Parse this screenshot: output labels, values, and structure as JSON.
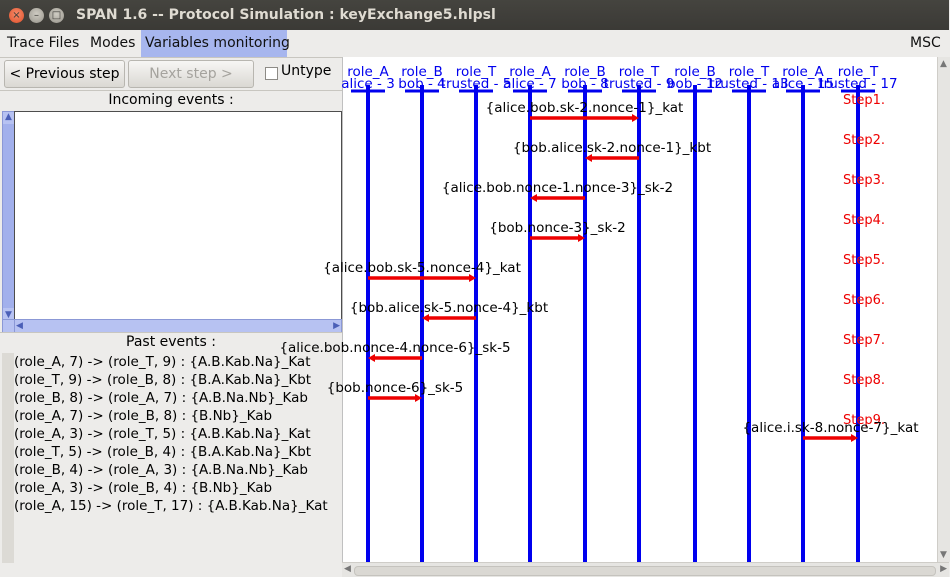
{
  "window": {
    "title": "SPAN 1.6 -- Protocol Simulation : keyExchange5.hlpsl"
  },
  "menu": {
    "items": [
      "Trace Files",
      "Modes",
      "Variables monitoring"
    ],
    "right": "MSC"
  },
  "controls": {
    "prev_label": "< Previous step",
    "next_label": "Next step >",
    "untype_label": "Untype"
  },
  "incoming": {
    "label": "Incoming events :"
  },
  "past": {
    "label": "Past events :",
    "events": [
      "(role_A, 7) -> (role_T, 9) : {A.B.Kab.Na}_Kat",
      "(role_T, 9) -> (role_B, 8) : {B.A.Kab.Na}_Kbt",
      "(role_B, 8) -> (role_A, 7) : {A.B.Na.Nb}_Kab",
      "(role_A, 7) -> (role_B, 8) : {B.Nb}_Kab",
      "(role_A, 3) -> (role_T, 5) : {A.B.Kab.Na}_Kat",
      "(role_T, 5) -> (role_B, 4) : {B.A.Kab.Na}_Kbt",
      "(role_B, 4) -> (role_A, 3) : {A.B.Na.Nb}_Kab",
      "(role_A, 3) -> (role_B, 4) : {B.Nb}_Kab",
      "(role_A, 15) -> (role_T, 17) : {A.B.Kab.Na}_Kat"
    ]
  },
  "msc": {
    "colors": {
      "lifeline": "#0000ee",
      "message": "#ee0000",
      "step": "#ee0000"
    },
    "roles": [
      {
        "role": "role_A",
        "agent": "alice - 3"
      },
      {
        "role": "role_B",
        "agent": "bob - 4"
      },
      {
        "role": "role_T",
        "agent": "trusted - 5"
      },
      {
        "role": "role_A",
        "agent": "alice - 7"
      },
      {
        "role": "role_B",
        "agent": "bob - 8"
      },
      {
        "role": "role_T",
        "agent": "trusted - 9"
      },
      {
        "role": "role_B",
        "agent": "bob - 12"
      },
      {
        "role": "role_T",
        "agent": "trusted - 13"
      },
      {
        "role": "role_A",
        "agent": "alice - 15"
      },
      {
        "role": "role_T",
        "agent": "trusted - 17"
      }
    ],
    "steps": [
      "Step1.",
      "Step2.",
      "Step3.",
      "Step4.",
      "Step5.",
      "Step6.",
      "Step7.",
      "Step8.",
      "Step9."
    ],
    "messages": [
      {
        "from": 3,
        "to": 5,
        "label": "{alice.bob.sk-2.nonce-1}_kat"
      },
      {
        "from": 5,
        "to": 4,
        "label": "{bob.alice.sk-2.nonce-1}_kbt"
      },
      {
        "from": 4,
        "to": 3,
        "label": "{alice.bob.nonce-1.nonce-3}_sk-2"
      },
      {
        "from": 3,
        "to": 4,
        "label": "{bob.nonce-3}_sk-2"
      },
      {
        "from": 0,
        "to": 2,
        "label": "{alice.bob.sk-5.nonce-4}_kat"
      },
      {
        "from": 2,
        "to": 1,
        "label": "{bob.alice.sk-5.nonce-4}_kbt"
      },
      {
        "from": 1,
        "to": 0,
        "label": "{alice.bob.nonce-4.nonce-6}_sk-5"
      },
      {
        "from": 0,
        "to": 1,
        "label": "{bob.nonce-6}_sk-5"
      },
      {
        "from": 8,
        "to": 9,
        "label": "{alice.i.sk-8.nonce-7}_kat"
      }
    ]
  }
}
